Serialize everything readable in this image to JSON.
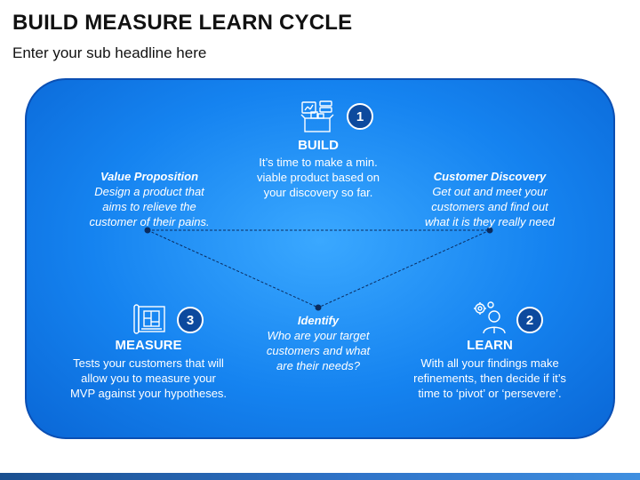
{
  "title": "BUILD MEASURE LEARN CYCLE",
  "subtitle": "Enter your sub headline here",
  "build": {
    "number": "1",
    "heading": "BUILD",
    "lines": [
      "It’s time to make a min.",
      "viable product based on",
      "your discovery so far."
    ],
    "icon": "build-boxes-icon"
  },
  "learn": {
    "number": "2",
    "heading": "LEARN",
    "lines": [
      "With all your findings make",
      "refinements, then decide if it’s",
      "time to ‘pivot’ or ‘persevere’."
    ],
    "icon": "person-gears-icon"
  },
  "measure": {
    "number": "3",
    "heading": "MEASURE",
    "lines": [
      "Tests your customers that will",
      "allow you to measure your",
      "MVP against your hypotheses."
    ],
    "icon": "blueprint-icon"
  },
  "value_proposition": {
    "heading": "Value Proposition",
    "lines": [
      "Design a product that",
      "aims to relieve the",
      "customer of their pains."
    ]
  },
  "customer_discovery": {
    "heading": "Customer Discovery",
    "lines": [
      "Get out and meet your",
      "customers and find out",
      "what it is they really need"
    ]
  },
  "identify": {
    "heading": "Identify",
    "lines": [
      "Who are your target",
      "customers and what",
      "are their needs?"
    ]
  },
  "colors": {
    "panel": "#1583f0",
    "badge": "#0d4a9e",
    "text": "#ffffff"
  }
}
